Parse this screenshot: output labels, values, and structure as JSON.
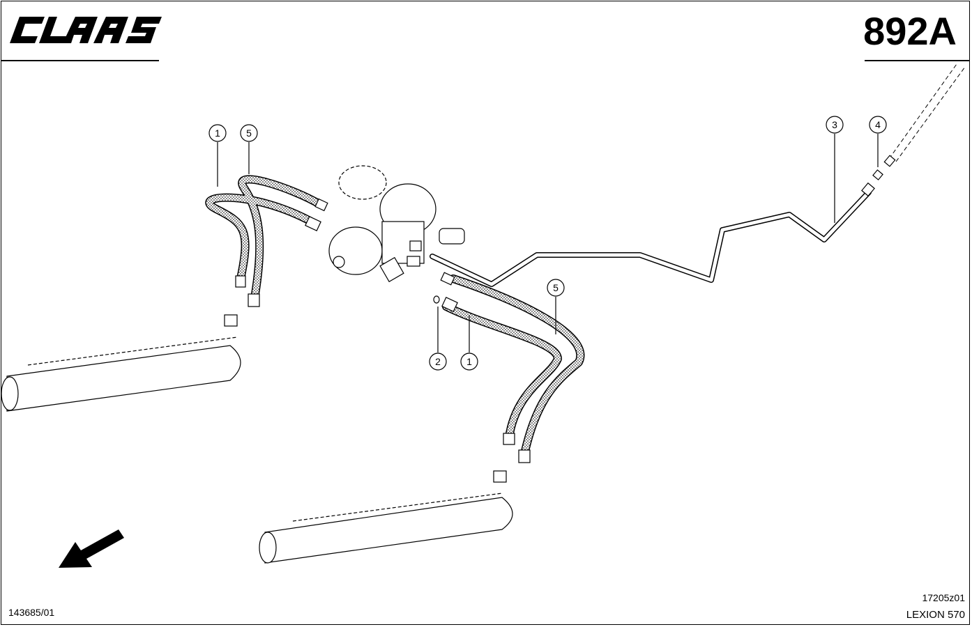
{
  "header": {
    "brand": "CLAAS",
    "page_number": "892A"
  },
  "footer": {
    "part_reference": "143685/01",
    "drawing_reference": "17205z01",
    "model": "LEXION 570"
  },
  "callouts": [
    {
      "id": "callout-1-top",
      "label": "1"
    },
    {
      "id": "callout-5-top",
      "label": "5"
    },
    {
      "id": "callout-3",
      "label": "3"
    },
    {
      "id": "callout-4",
      "label": "4"
    },
    {
      "id": "callout-5-mid",
      "label": "5"
    },
    {
      "id": "callout-2",
      "label": "2"
    },
    {
      "id": "callout-1-mid",
      "label": "1"
    }
  ],
  "icons": {
    "brand": "claas-logo",
    "direction": "direction-arrow-icon"
  }
}
